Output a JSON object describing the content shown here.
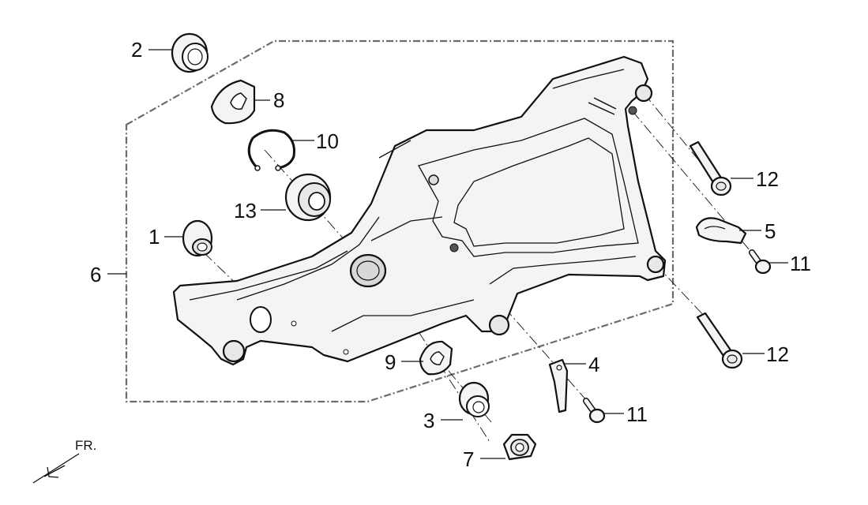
{
  "diagram": {
    "fr_label": "FR.",
    "callouts": [
      {
        "id": "c1",
        "text": "1"
      },
      {
        "id": "c2",
        "text": "2"
      },
      {
        "id": "c3",
        "text": "3"
      },
      {
        "id": "c4",
        "text": "4"
      },
      {
        "id": "c5",
        "text": "5"
      },
      {
        "id": "c6",
        "text": "6"
      },
      {
        "id": "c7",
        "text": "7"
      },
      {
        "id": "c8",
        "text": "8"
      },
      {
        "id": "c9",
        "text": "9"
      },
      {
        "id": "c10",
        "text": "10"
      },
      {
        "id": "c11a",
        "text": "11"
      },
      {
        "id": "c11b",
        "text": "11"
      },
      {
        "id": "c12a",
        "text": "12"
      },
      {
        "id": "c12b",
        "text": "12"
      },
      {
        "id": "c13",
        "text": "13"
      }
    ]
  }
}
